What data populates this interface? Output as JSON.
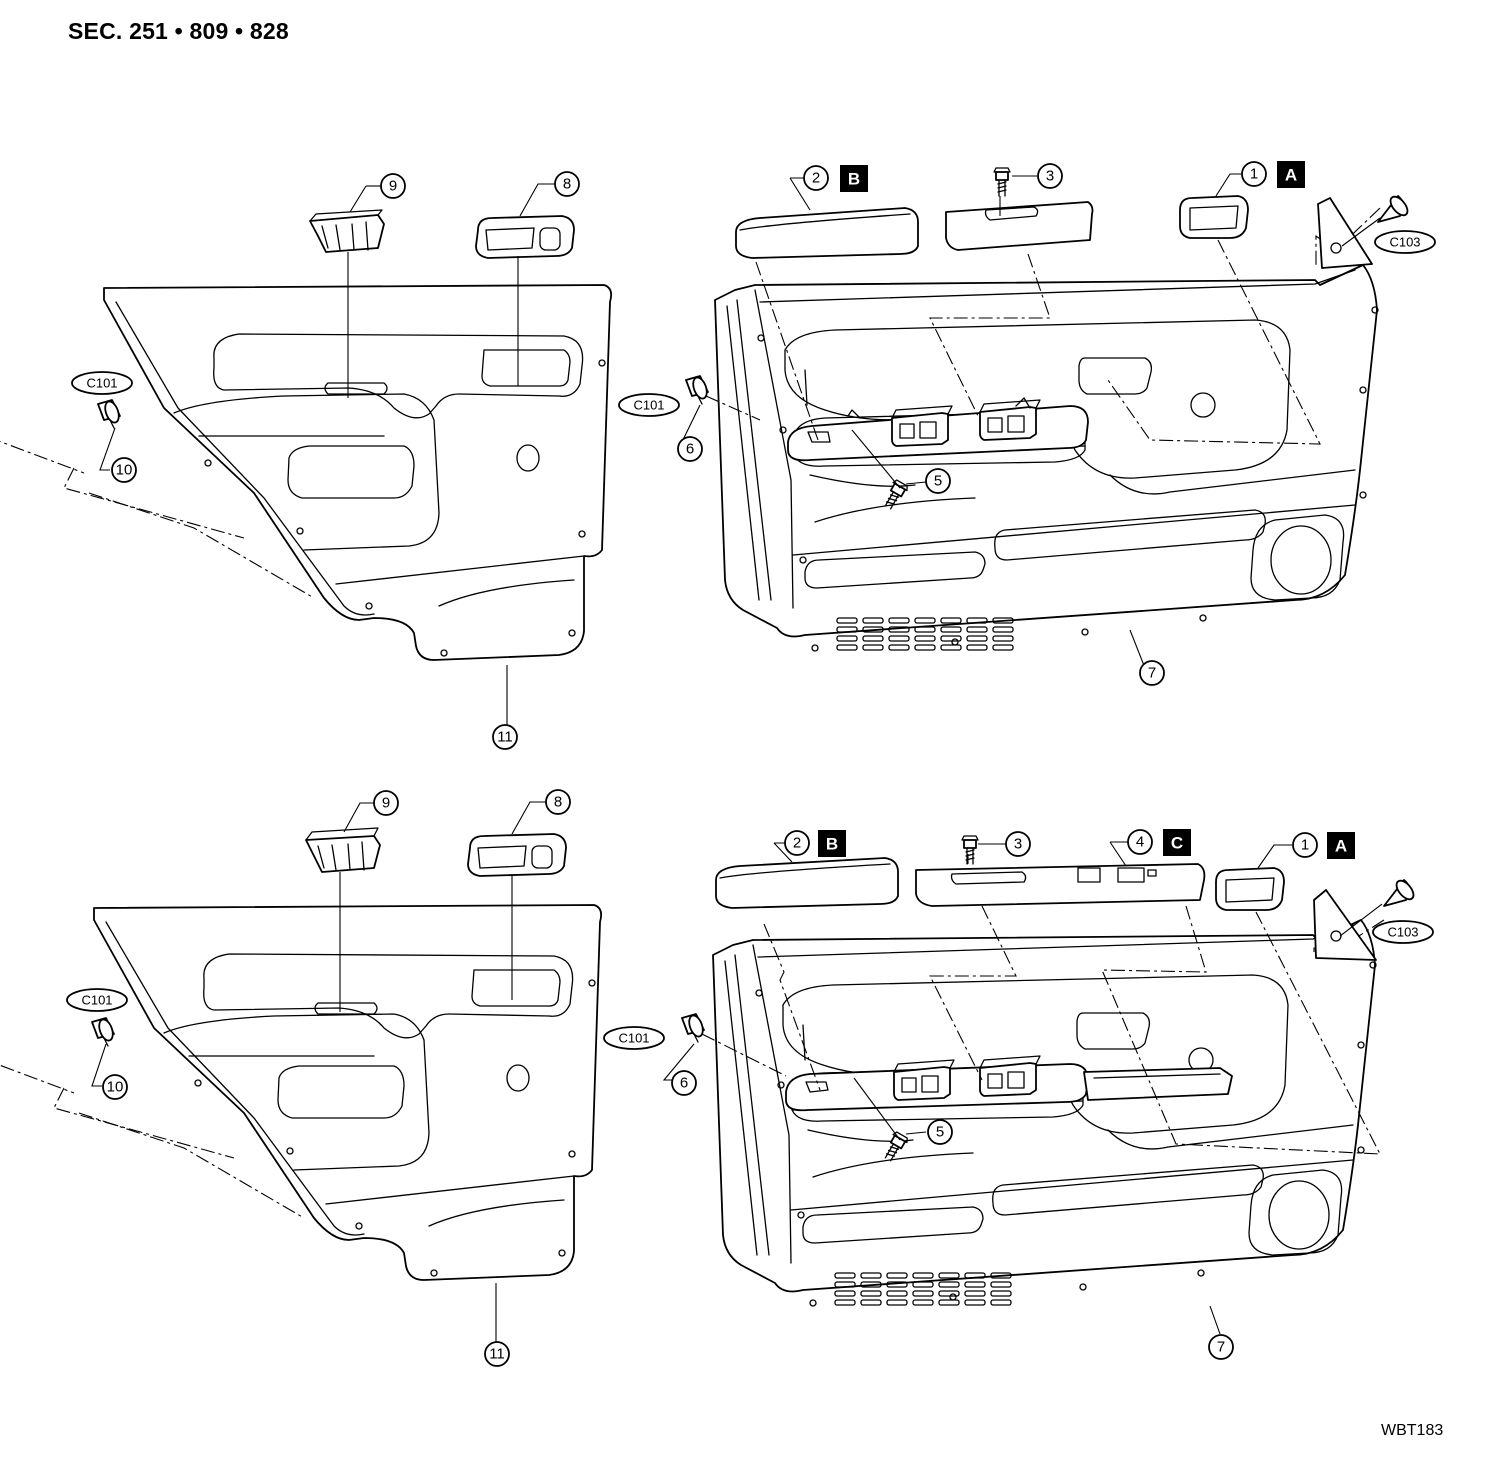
{
  "header": "SEC. 251 • 809 • 828",
  "footer": "WBT183",
  "callouts": {
    "n1": "1",
    "n2": "2",
    "n3": "3",
    "n4": "4",
    "n5": "5",
    "n6": "6",
    "n7": "7",
    "n8": "8",
    "n9": "9",
    "n10": "10",
    "n11": "11"
  },
  "refs": {
    "a": "A",
    "b": "B",
    "c": "C"
  },
  "clips": {
    "c101": "C101",
    "c103": "C103"
  }
}
